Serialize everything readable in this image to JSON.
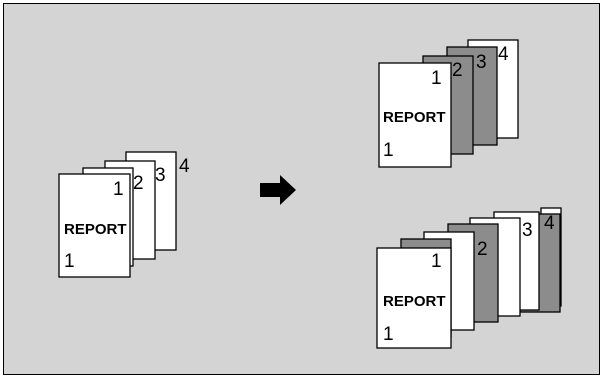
{
  "colors": {
    "background": "#d4d4d4",
    "sheet_white": "#ffffff",
    "sheet_gray": "#8c8c8c",
    "stroke": "#000000"
  },
  "icons": {
    "arrow": "right-arrow-icon"
  },
  "source_stack": {
    "cover": {
      "number": "1",
      "title": "REPORT",
      "footer": "1"
    },
    "back_numbers": [
      "2",
      "3",
      "4"
    ]
  },
  "result_top": {
    "cover": {
      "number": "1",
      "title": "REPORT",
      "footer": "1"
    },
    "back_numbers": [
      "2",
      "3",
      "4"
    ]
  },
  "result_bottom": {
    "cover": {
      "number": "1",
      "title": "REPORT",
      "footer": "1"
    },
    "back_numbers": [
      "2",
      "3",
      "4"
    ]
  }
}
